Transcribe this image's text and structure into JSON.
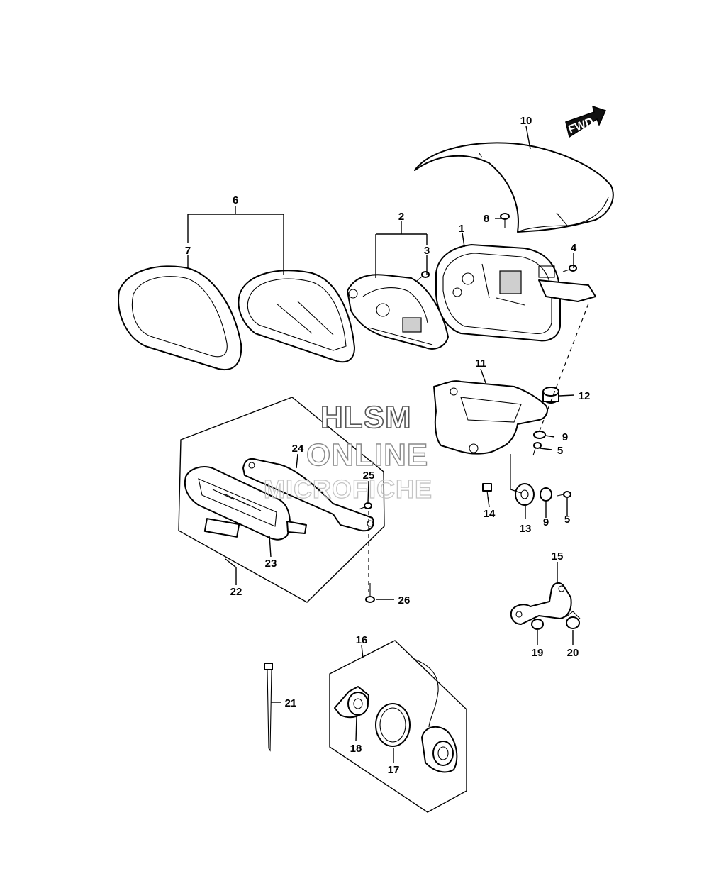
{
  "diagram": {
    "direction_label": "FWD",
    "watermark": {
      "line1": "HLSM",
      "line2": "ONLINE",
      "line3": "MICROFICHE"
    },
    "callouts": {
      "c1": "1",
      "c2": "2",
      "c3": "3",
      "c4": "4",
      "c5a": "5",
      "c5b": "5",
      "c6": "6",
      "c7": "7",
      "c8": "8",
      "c9a": "9",
      "c9b": "9",
      "c10": "10",
      "c11": "11",
      "c12": "12",
      "c13": "13",
      "c14": "14",
      "c15": "15",
      "c16": "16",
      "c17": "17",
      "c18": "18",
      "c19": "19",
      "c20": "20",
      "c21": "21",
      "c22": "22",
      "c23": "23",
      "c24": "24",
      "c25": "25",
      "c26": "26"
    }
  }
}
